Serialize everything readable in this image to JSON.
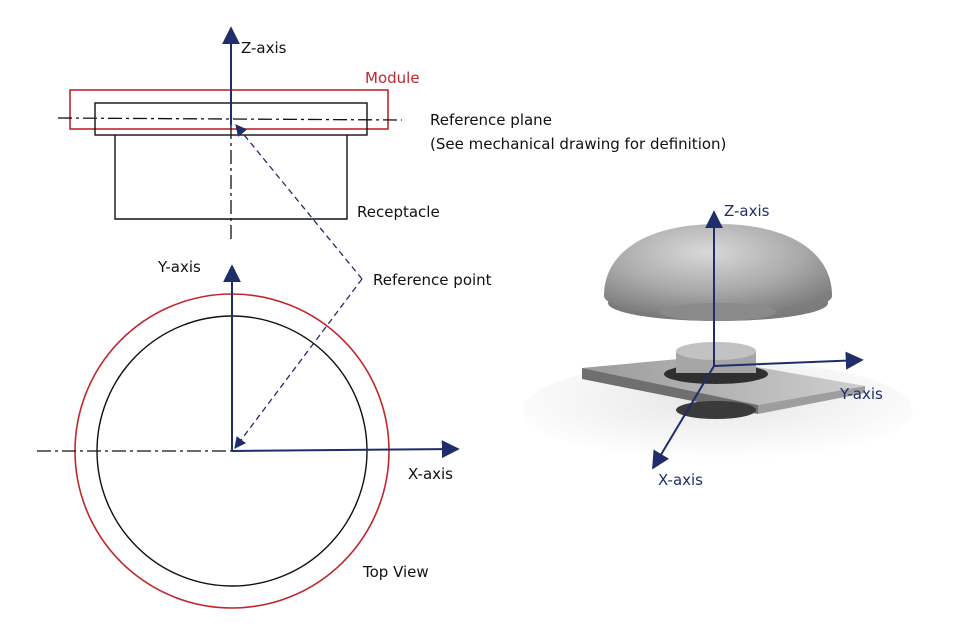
{
  "labels": {
    "z_axis_side": "Z-axis",
    "module": "Module",
    "reference_plane": "Reference plane",
    "reference_plane_note": "(See mechanical drawing for definition)",
    "receptacle": "Receptacle",
    "y_axis_top": "Y-axis",
    "reference_point": "Reference point",
    "x_axis_top": "X-axis",
    "top_view": "Top View",
    "z_axis_3d": "Z-axis",
    "y_axis_3d": "Y-axis",
    "x_axis_3d": "X-axis"
  },
  "colors": {
    "axis": "#1f2d6b",
    "module_outline": "#c0272d",
    "line": "#111111",
    "text": "#111111"
  }
}
